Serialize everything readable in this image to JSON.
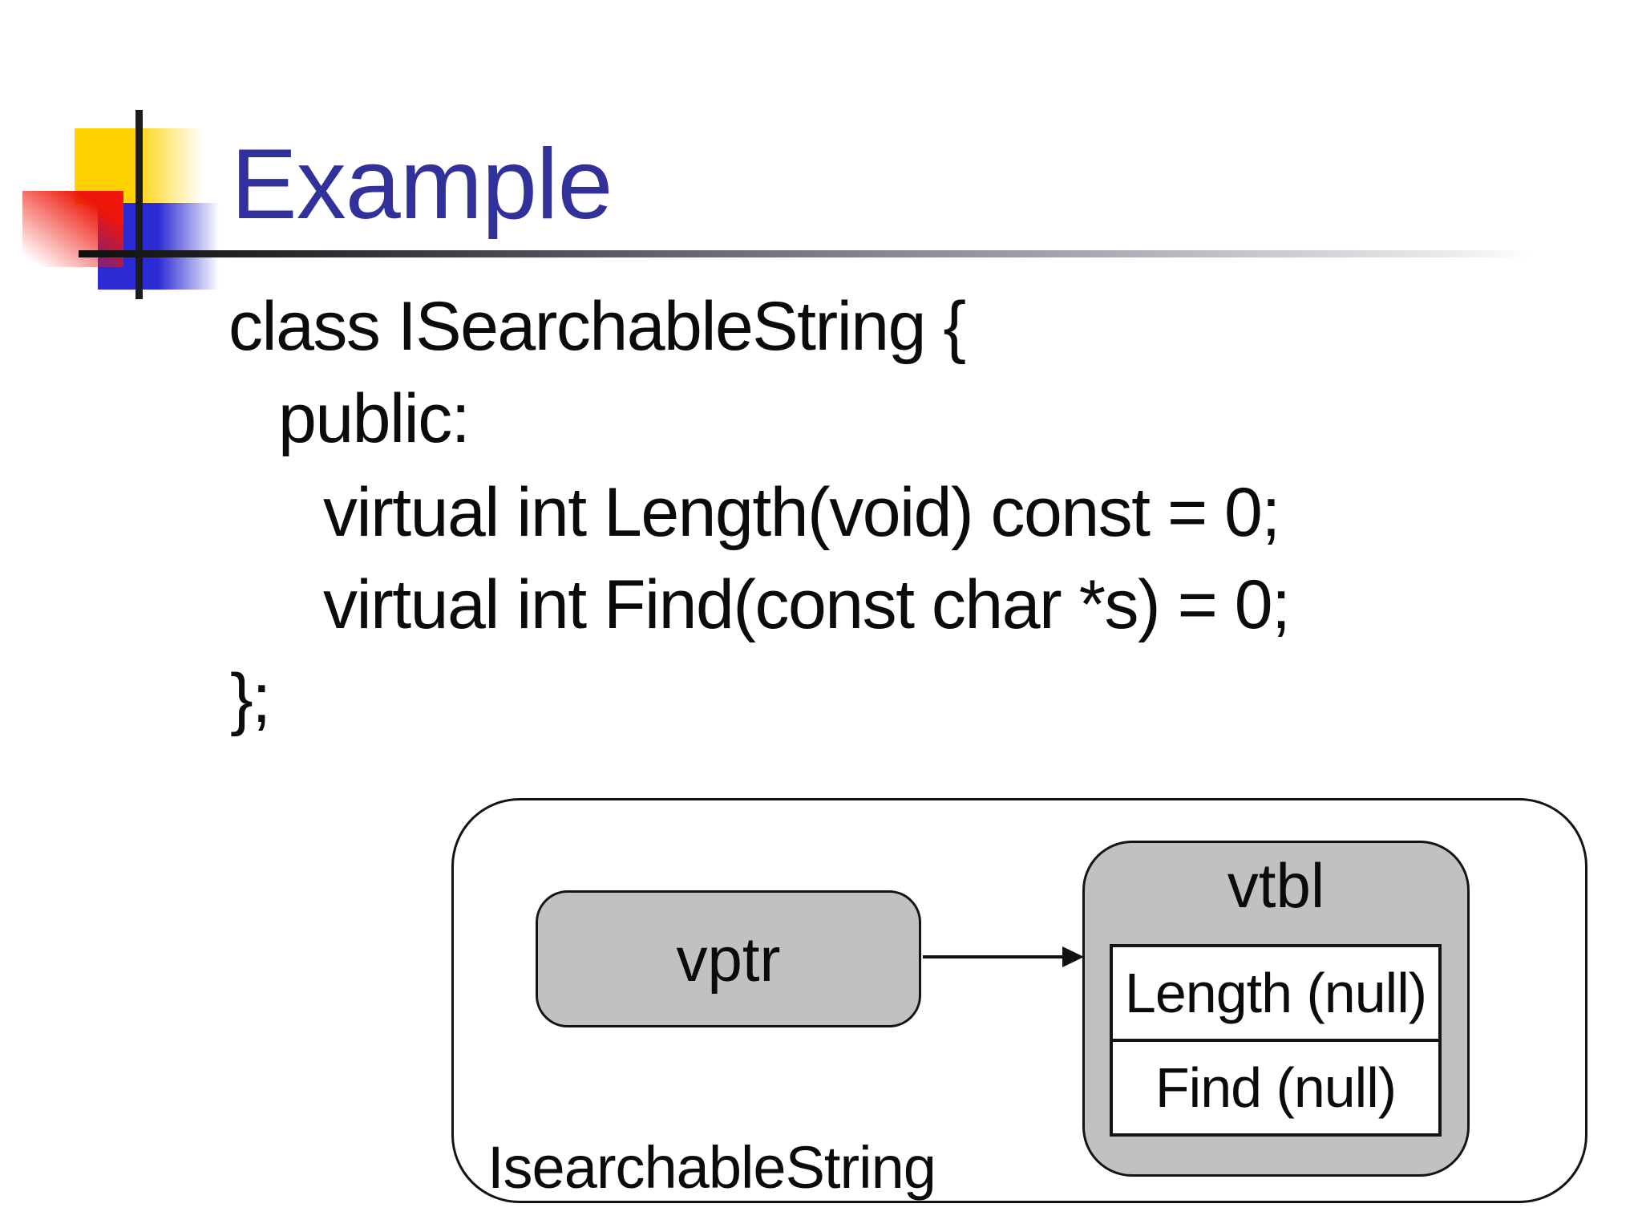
{
  "slide": {
    "title": "Example",
    "code": {
      "lines": [
        "class ISearchableString {",
        "public:",
        "virtual int Length(void) const = 0;",
        "virtual int Find(const char *s) = 0;",
        "};"
      ]
    },
    "diagram": {
      "container_label": "IsearchableString",
      "vptr_label": "vptr",
      "vtbl_label": "vtbl",
      "vtbl_entries": [
        "Length (null)",
        "Find (null)"
      ]
    },
    "colors": {
      "title_text": "#31319c",
      "accent_yellow": "#ffd101",
      "accent_red": "#ee1509",
      "accent_blue": "#2b2bd4",
      "box_fill": "#c1c1c1",
      "box_border": "#141414"
    }
  }
}
